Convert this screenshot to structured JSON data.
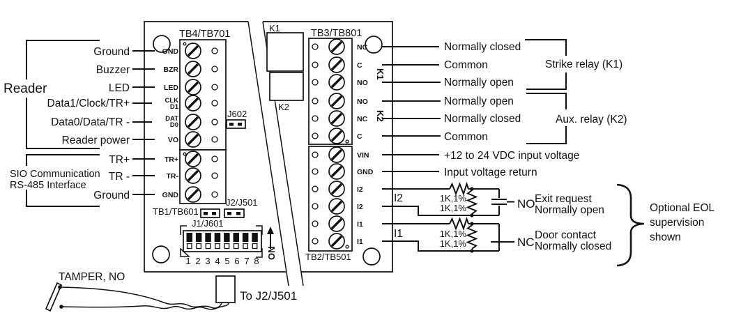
{
  "colors": {
    "ink": "#111111",
    "background": "#ffffff"
  },
  "reader": {
    "label": "Reader",
    "pins": [
      "Ground",
      "Buzzer",
      "LED",
      "Data1/Clock/TR+",
      "Data0/Data/TR -",
      "Reader power"
    ]
  },
  "sio": {
    "line1": "SIO Communication",
    "line2": "RS-485 Interface",
    "pins": [
      "TR+",
      "TR -",
      "Ground"
    ]
  },
  "tb4": {
    "label": "TB4/TB701",
    "pins": [
      "GND",
      "BZR",
      "LED",
      "CLK",
      "D1",
      "DAT",
      "D0",
      "VO",
      "TR+",
      "TR-",
      "GND"
    ]
  },
  "jumpers": {
    "j602": "J602",
    "tb1": "TB1/TB601",
    "j2": "J2/J501"
  },
  "dip": {
    "label": "J1/J601",
    "numbers": [
      "1",
      "2",
      "3",
      "4",
      "5",
      "6",
      "7",
      "8"
    ],
    "on_label": "ON"
  },
  "relays": {
    "k1": "K1",
    "k2": "K2"
  },
  "tb3": {
    "label": "TB3/TB801",
    "pins": [
      "NC",
      "C",
      "NO",
      "NO",
      "NC",
      "C"
    ],
    "k1_rot": "K1",
    "k2_rot": "K2"
  },
  "tb2": {
    "label": "TB2/TB501",
    "pins": [
      "VIN",
      "GND",
      "I2",
      "I2",
      "I1",
      "I1"
    ]
  },
  "right": {
    "relay_rows": [
      "Normally closed",
      "Common",
      "Normally open",
      "Normally open",
      "Normally closed",
      "Common"
    ],
    "strike": "Strike relay (K1)",
    "aux": "Aux. relay (K2)",
    "vin": "+12 to 24 VDC input voltage",
    "gnd": "Input voltage return"
  },
  "eol": {
    "i2_label": "I2",
    "i1_label": "I1",
    "r_values": [
      "1K,1%",
      "1K,1%",
      "1K,1%",
      "1K,1%"
    ],
    "no": "NO",
    "nc": "NC",
    "exit_line1": "Exit request",
    "exit_line2": "Normally open",
    "door_line1": "Door contact",
    "door_line2": "Normally closed",
    "note_line1": "Optional EOL",
    "note_line2": "supervision",
    "note_line3": "shown"
  },
  "tamper": {
    "label": "TAMPER, NO",
    "to": "To J2/J501"
  }
}
